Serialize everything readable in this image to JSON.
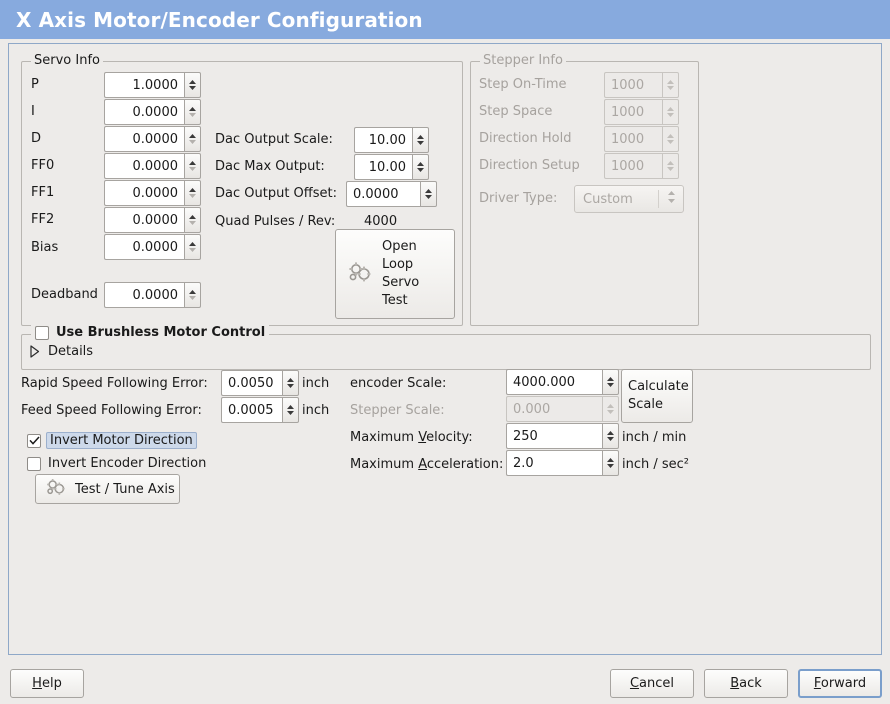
{
  "window": {
    "title": "X Axis Motor/Encoder Configuration",
    "title_bar_color": "#87aade",
    "background_color": "#edebe9"
  },
  "servo_info": {
    "legend": "Servo Info",
    "fields": [
      {
        "label": "P",
        "value": "1.0000"
      },
      {
        "label": "I",
        "value": "0.0000"
      },
      {
        "label": "D",
        "value": "0.0000"
      },
      {
        "label": "FF0",
        "value": "0.0000"
      },
      {
        "label": "FF1",
        "value": "0.0000"
      },
      {
        "label": "FF2",
        "value": "0.0000"
      },
      {
        "label": "Bias",
        "value": "0.0000"
      },
      {
        "label": "Deadband",
        "value": "0.0000"
      }
    ],
    "dac": [
      {
        "label": "Dac Output Scale:",
        "value": "10.00"
      },
      {
        "label": "Dac Max Output:",
        "value": "10.00"
      },
      {
        "label": "Dac Output Offset:",
        "value": "0.0000"
      }
    ],
    "quad_pulses_label": "Quad Pulses / Rev:",
    "quad_pulses_value": "4000",
    "open_loop_button": "Open\nLoop\nServo\nTest",
    "open_loop_lines": [
      "Open",
      "Loop",
      "Servo",
      "Test"
    ]
  },
  "stepper_info": {
    "legend": "Stepper Info",
    "enabled": false,
    "fields": [
      {
        "label": "Step On-Time",
        "value": "1000"
      },
      {
        "label": "Step Space",
        "value": "1000"
      },
      {
        "label": "Direction Hold",
        "value": "1000"
      },
      {
        "label": "Direction Setup",
        "value": "1000"
      }
    ],
    "driver_type_label": "Driver Type:",
    "driver_type_value": "Custom"
  },
  "brushless": {
    "checkbox_label": "Use Brushless Motor Control",
    "checked": false,
    "expander_label": "Details",
    "expanded": false
  },
  "tuning": {
    "rapid_following_error": {
      "label": "Rapid Speed Following Error:",
      "value": "0.0050",
      "unit": "inch"
    },
    "feed_following_error": {
      "label": "Feed Speed Following Error:",
      "value": "0.0005",
      "unit": "inch"
    },
    "invert_motor": {
      "label": "Invert Motor Direction",
      "checked": true,
      "highlighted": true
    },
    "invert_encoder": {
      "label": "Invert Encoder Direction",
      "checked": false,
      "highlighted": false
    },
    "test_tune_button": "Test / Tune Axis"
  },
  "scale": {
    "encoder_scale": {
      "label": "encoder Scale:",
      "value": "4000.000",
      "enabled": true
    },
    "stepper_scale": {
      "label": "Stepper Scale:",
      "value": "0.000",
      "enabled": false
    },
    "calculate_button_lines": [
      "Calculate",
      "Scale"
    ],
    "max_velocity": {
      "label_pre": "Maximum ",
      "label_mnemonic": "V",
      "label_post": "elocity:",
      "value": "250",
      "unit": "inch / min"
    },
    "max_acceleration": {
      "label_pre": "Maximum ",
      "label_mnemonic": "A",
      "label_post": "cceleration:",
      "value": "2.0",
      "unit": "inch / sec²"
    }
  },
  "actions": {
    "help": {
      "pre": "",
      "mnemonic": "H",
      "post": "elp"
    },
    "cancel": {
      "pre": "",
      "mnemonic": "C",
      "post": "ancel"
    },
    "back": {
      "pre": "",
      "mnemonic": "B",
      "post": "ack"
    },
    "forward": {
      "pre": "",
      "mnemonic": "F",
      "post": "orward",
      "focused": true
    }
  }
}
